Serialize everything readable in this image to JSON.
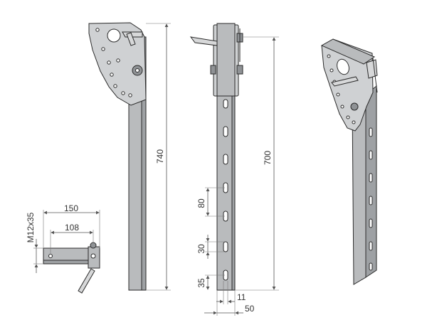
{
  "dimensions": {
    "side_height": "740",
    "front_height": "700",
    "slot_pitch": "80",
    "slot_length": "30",
    "slot_offset": "35",
    "slot_width": "11",
    "profile_width": "50",
    "mount_width": "150",
    "bolt_spacing": "108",
    "bolt_spec": "M12x35"
  },
  "colors": {
    "steel": "#b9bbbd",
    "outline": "#2a2a2a",
    "dimension_line": "#555555"
  }
}
